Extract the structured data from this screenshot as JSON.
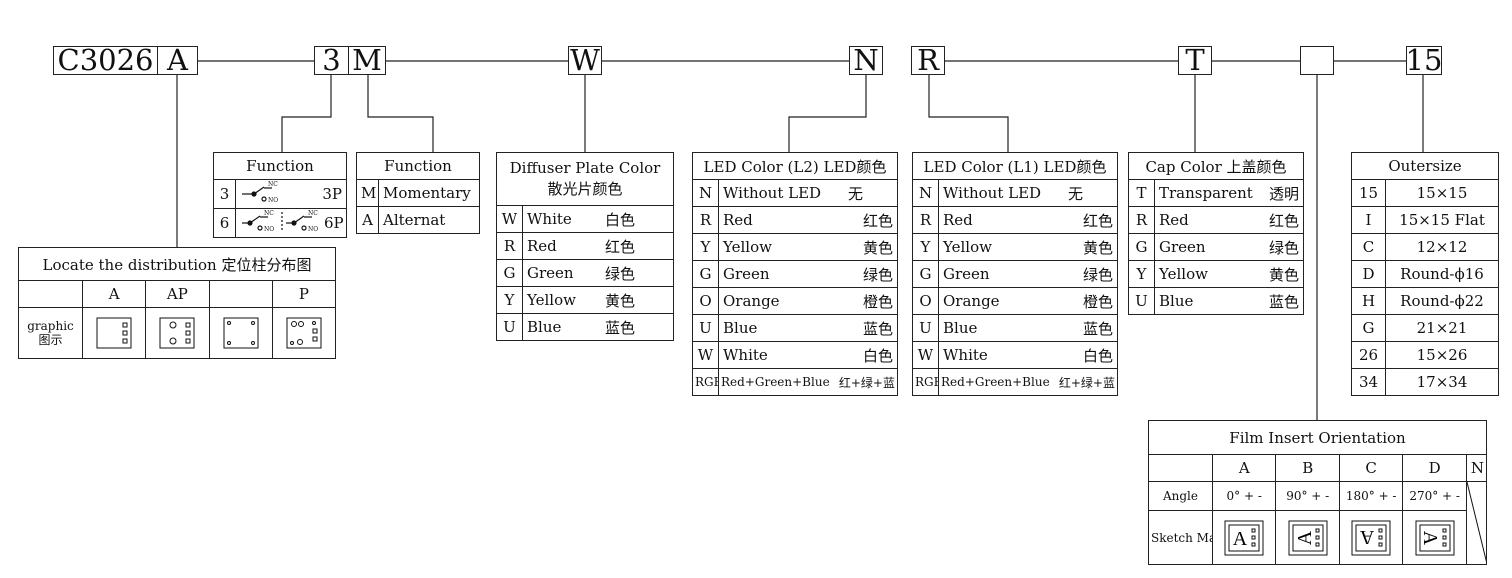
{
  "code": {
    "boxes": [
      "C3026",
      "A",
      "3",
      "M",
      "W",
      "N",
      "R",
      "T",
      "",
      "15"
    ]
  },
  "function_poles": {
    "title": "Function",
    "rows": [
      {
        "code": "3",
        "nc": "NC",
        "no": "NO",
        "label": "3P"
      },
      {
        "code": "6",
        "nc": "NC",
        "no": "NO",
        "label": "6P"
      }
    ]
  },
  "function_action": {
    "title": "Function",
    "rows": [
      {
        "code": "M",
        "label": "Momentary"
      },
      {
        "code": "A",
        "label": "Alternat"
      }
    ]
  },
  "locate": {
    "title": "Locate the distribution  定位柱分布图",
    "headers": [
      "A",
      "AP",
      "",
      "P"
    ],
    "row_label": "graphic 图示"
  },
  "diffuser": {
    "title_en": "Diffuser Plate Color",
    "title_cn": "散光片颜色",
    "rows": [
      {
        "code": "W",
        "en": "White",
        "cn": "白色"
      },
      {
        "code": "R",
        "en": "Red",
        "cn": "红色"
      },
      {
        "code": "G",
        "en": "Green",
        "cn": "绿色"
      },
      {
        "code": "Y",
        "en": "Yellow",
        "cn": "黄色"
      },
      {
        "code": "U",
        "en": "Blue",
        "cn": "蓝色"
      }
    ]
  },
  "led_l2": {
    "title": "LED Color (L2) LED颜色",
    "rows": [
      {
        "code": "N",
        "en": "Without LED",
        "cn": "无"
      },
      {
        "code": "R",
        "en": "Red",
        "cn": "红色"
      },
      {
        "code": "Y",
        "en": "Yellow",
        "cn": "黄色"
      },
      {
        "code": "G",
        "en": "Green",
        "cn": "绿色"
      },
      {
        "code": "O",
        "en": "Orange",
        "cn": "橙色"
      },
      {
        "code": "U",
        "en": "Blue",
        "cn": "蓝色"
      },
      {
        "code": "W",
        "en": "White",
        "cn": "白色"
      },
      {
        "code": "RGB",
        "en": "Red+Green+Blue",
        "cn": "红+绿+蓝"
      }
    ]
  },
  "led_l1": {
    "title": "LED Color (L1) LED颜色",
    "rows": [
      {
        "code": "N",
        "en": "Without LED",
        "cn": "无"
      },
      {
        "code": "R",
        "en": "Red",
        "cn": "红色"
      },
      {
        "code": "Y",
        "en": "Yellow",
        "cn": "黄色"
      },
      {
        "code": "G",
        "en": "Green",
        "cn": "绿色"
      },
      {
        "code": "O",
        "en": "Orange",
        "cn": "橙色"
      },
      {
        "code": "U",
        "en": "Blue",
        "cn": "蓝色"
      },
      {
        "code": "W",
        "en": "White",
        "cn": "白色"
      },
      {
        "code": "RGB",
        "en": "Red+Green+Blue",
        "cn": "红+绿+蓝"
      }
    ]
  },
  "cap": {
    "title": "Cap Color  上盖颜色",
    "rows": [
      {
        "code": "T",
        "en": "Transparent",
        "cn": "透明"
      },
      {
        "code": "R",
        "en": "Red",
        "cn": "红色"
      },
      {
        "code": "G",
        "en": "Green",
        "cn": "绿色"
      },
      {
        "code": "Y",
        "en": "Yellow",
        "cn": "黄色"
      },
      {
        "code": "U",
        "en": "Blue",
        "cn": "蓝色"
      }
    ]
  },
  "outersize": {
    "title": "Outersize",
    "rows": [
      {
        "code": "15",
        "size": "15×15"
      },
      {
        "code": "I",
        "size": "15×15 Flat"
      },
      {
        "code": "C",
        "size": "12×12"
      },
      {
        "code": "D",
        "size": "Round-ϕ16"
      },
      {
        "code": "H",
        "size": "Round-ϕ22"
      },
      {
        "code": "G",
        "size": "21×21"
      },
      {
        "code": "26",
        "size": "15×26"
      },
      {
        "code": "34",
        "size": "17×34"
      }
    ]
  },
  "film": {
    "title": "Film Insert Orientation",
    "headers": [
      "A",
      "B",
      "C",
      "D",
      "N"
    ],
    "angle_label": "Angle",
    "angles": [
      "0° + -",
      "90° + -",
      "180° + -",
      "270° + -"
    ],
    "sketch_label": "Sketch Map",
    "sketch_letter": "A"
  }
}
